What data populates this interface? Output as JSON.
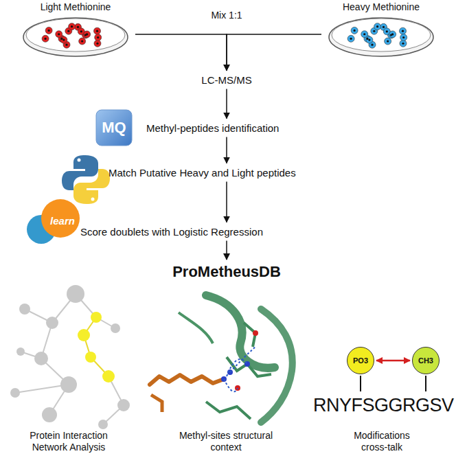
{
  "diagram": {
    "nodes": [
      {
        "text": [
          "Light Methionine"
        ]
      },
      {
        "text": [
          "Heavy Methionine"
        ]
      },
      {
        "text": [
          "LC-MS/MS"
        ]
      },
      {
        "text": [
          "Methyl-peptides identification"
        ]
      },
      {
        "text": [
          "Match Putative Heavy and Light peptides"
        ]
      },
      {
        "text": [
          "Score doublets with Logistic Regression"
        ]
      },
      {
        "text": [
          "ProMetheusDB"
        ]
      },
      {
        "text": [
          "Protein Interaction Network Analysis"
        ]
      },
      {
        "text": [
          "Methyl-sites structural context"
        ]
      },
      {
        "text": [
          "Modifications cross-talk"
        ]
      },
      {
        "text": [
          "PO3"
        ],
        "in": 9
      },
      {
        "text": [
          "CH3"
        ],
        "in": 9
      }
    ],
    "edges": [
      {
        "from": 0,
        "to": 2,
        "arrow": "to"
      },
      {
        "from": 1,
        "to": 2,
        "arrow": "to"
      },
      {
        "from": 2,
        "to": 3,
        "arrow": "to"
      },
      {
        "from": 3,
        "to": 4,
        "arrow": "to"
      },
      {
        "from": 4,
        "to": 5,
        "arrow": "to"
      },
      {
        "from": 5,
        "to": 6,
        "arrow": "to"
      },
      {
        "from": 10,
        "to": 11,
        "arrow": "both"
      }
    ],
    "labels": [
      "Mix 1:1",
      "MQ",
      "learn",
      "RNYFSGGRGSV"
    ]
  }
}
